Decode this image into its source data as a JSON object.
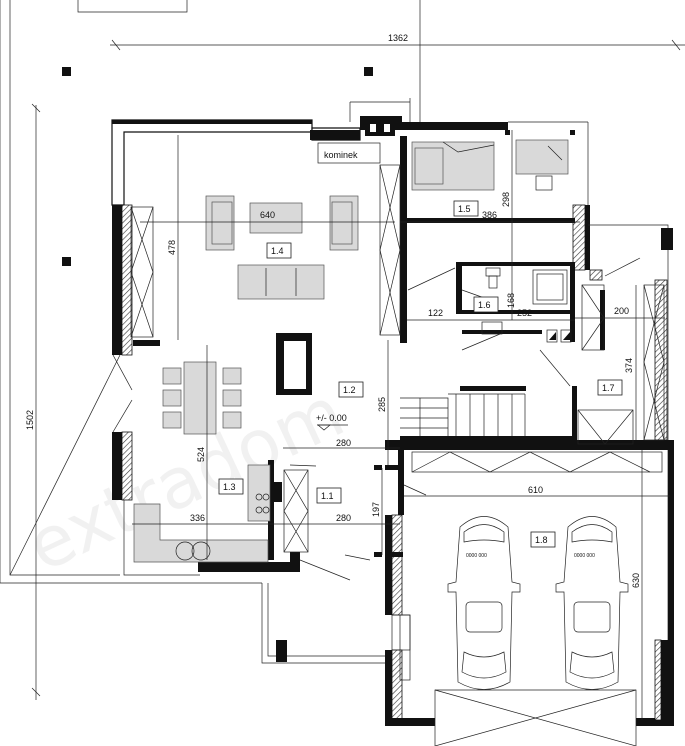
{
  "dimensions": {
    "total_width": "1362",
    "total_depth": "1502",
    "living_width": "640",
    "living_depth": "478",
    "bedroom_width": "386",
    "bedroom_depth": "298",
    "bath_width_a": "122",
    "bath_width_b": "252",
    "bath_depth": "168",
    "utility_width": "200",
    "utility_depth": "374",
    "hall_depth": "285",
    "hall_width_a": "280",
    "hall_width_b": "280",
    "dining_depth": "524",
    "kitchen_width": "336",
    "vestibule_depth": "197",
    "garage_width": "610",
    "garage_depth": "630"
  },
  "rooms": {
    "living": "1.4",
    "hall": "1.2",
    "kitchen": "1.3",
    "vestibule": "1.1",
    "bedroom": "1.5",
    "bathroom": "1.6",
    "utility": "1.7",
    "garage": "1.8"
  },
  "labels": {
    "fireplace": "kominek",
    "level": "+/- 0.00",
    "car_plate": "0000 000"
  },
  "watermark": "extradom"
}
